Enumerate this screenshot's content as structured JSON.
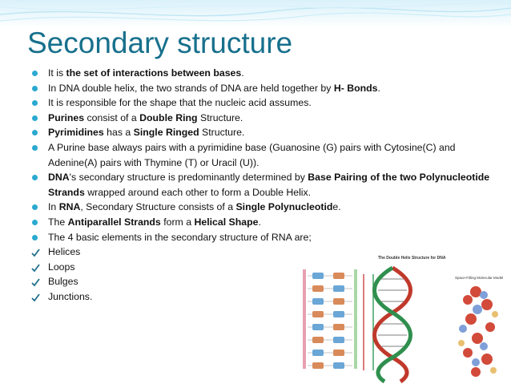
{
  "slide": {
    "title": "Secondary structure",
    "bullets": [
      {
        "type": "dot",
        "parts": [
          {
            "t": "It is "
          },
          {
            "t": "the set of interactions between bases",
            "b": true
          },
          {
            "t": "."
          }
        ]
      },
      {
        "type": "dot",
        "parts": [
          {
            "t": "In DNA double helix, the two strands of DNA are held together by "
          },
          {
            "t": "H- Bonds",
            "b": true
          },
          {
            "t": "."
          }
        ]
      },
      {
        "type": "dot",
        "parts": [
          {
            "t": "It is responsible for the shape that the nucleic acid assumes."
          }
        ]
      },
      {
        "type": "dot",
        "parts": [
          {
            "t": "Purines",
            "b": true
          },
          {
            "t": " consist of a "
          },
          {
            "t": "Double Ring",
            "b": true
          },
          {
            "t": " Structure."
          }
        ]
      },
      {
        "type": "dot",
        "parts": [
          {
            "t": "Pyrimidines",
            "b": true
          },
          {
            "t": " has a "
          },
          {
            "t": "Single Ringed",
            "b": true
          },
          {
            "t": " Structure."
          }
        ]
      },
      {
        "type": "dot",
        "parts": [
          {
            "t": "A Purine base always pairs with a pyrimidine base (Guanosine (G) pairs with Cytosine(C) and Adenine(A) pairs with Thymine (T) or Uracil (U))."
          }
        ]
      },
      {
        "type": "dot",
        "parts": [
          {
            "t": "DNA",
            "b": true
          },
          {
            "t": "'s secondary structure is predominantly determined by "
          },
          {
            "t": "Base Pairing of the two Polynucleotide Strands",
            "b": true
          },
          {
            "t": " wrapped around each other to form a Double Helix."
          }
        ]
      },
      {
        "type": "dot",
        "parts": [
          {
            "t": "In "
          },
          {
            "t": "RNA",
            "b": true
          },
          {
            "t": ", Secondary Structure  consists of a "
          },
          {
            "t": "Single Polynucleotid",
            "b": true
          },
          {
            "t": "e."
          }
        ]
      },
      {
        "type": "dot",
        "parts": [
          {
            "t": "The "
          },
          {
            "t": "Antiparallel Strands",
            "b": true
          },
          {
            "t": " form a "
          },
          {
            "t": "Helical Shape",
            "b": true
          },
          {
            "t": "."
          }
        ]
      },
      {
        "type": "dot",
        "parts": [
          {
            "t": "The 4 basic elements in the secondary structure of RNA are;"
          }
        ]
      },
      {
        "type": "check",
        "parts": [
          {
            "t": " Helices"
          }
        ]
      },
      {
        "type": "check",
        "parts": [
          {
            "t": " Loops"
          }
        ]
      },
      {
        "type": "check",
        "parts": [
          {
            "t": "Bulges"
          }
        ]
      },
      {
        "type": "check",
        "parts": [
          {
            "t": " Junctions."
          }
        ]
      }
    ]
  },
  "figure": {
    "title": "The Double Helix Structure for DNA",
    "panel_label": "Space-Filling Molecular Model"
  },
  "colors": {
    "title": "#17708c",
    "bullet": "#2aa9d0",
    "check": "#1f6f8b"
  }
}
